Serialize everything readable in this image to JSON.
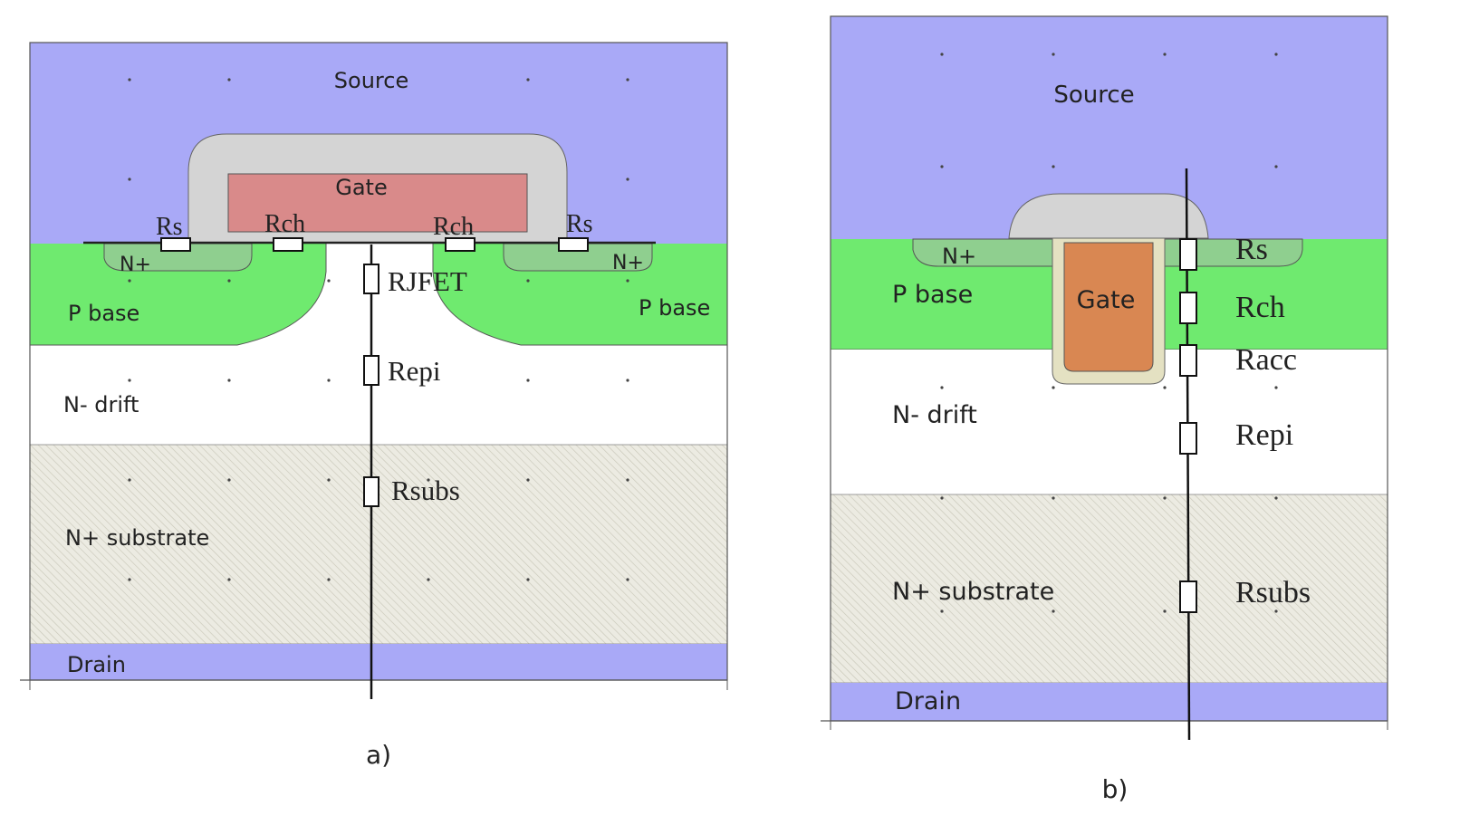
{
  "colors": {
    "metal": "#a9a9f7",
    "p_base": "#6fea6f",
    "n_plus": "#8fcf8f",
    "n_drift": "#ffffff",
    "substrate": "#e9e7dc",
    "oxide": "#d4d4d4",
    "gate_planar": "#d98a8a",
    "gate_trench": "#d98752",
    "trench_liner": "#e4e1c2",
    "wire": "#111111"
  },
  "panel_a": {
    "caption": "a)",
    "labels": {
      "source": "Source",
      "gate": "Gate",
      "n_plus_left": "N+",
      "n_plus_right": "N+",
      "p_base_left": "P base",
      "p_base_right": "P base",
      "n_drift": "N- drift",
      "n_substrate": "N+ substrate",
      "drain": "Drain"
    },
    "resistors": {
      "rs_left": "Rs",
      "rch_left": "Rch",
      "rch_right": "Rch",
      "rs_right": "Rs",
      "rjfet": "RJFET",
      "repi": "Repi",
      "rsubs": "Rsubs"
    }
  },
  "panel_b": {
    "caption": "b)",
    "labels": {
      "source": "Source",
      "gate": "Gate",
      "n_plus": "N+",
      "p_base": "P base",
      "n_drift": "N- drift",
      "n_substrate": "N+ substrate",
      "drain": "Drain"
    },
    "resistors": {
      "rs": "Rs",
      "rch": "Rch",
      "racc": "Racc",
      "repi": "Repi",
      "rsubs": "Rsubs"
    }
  }
}
